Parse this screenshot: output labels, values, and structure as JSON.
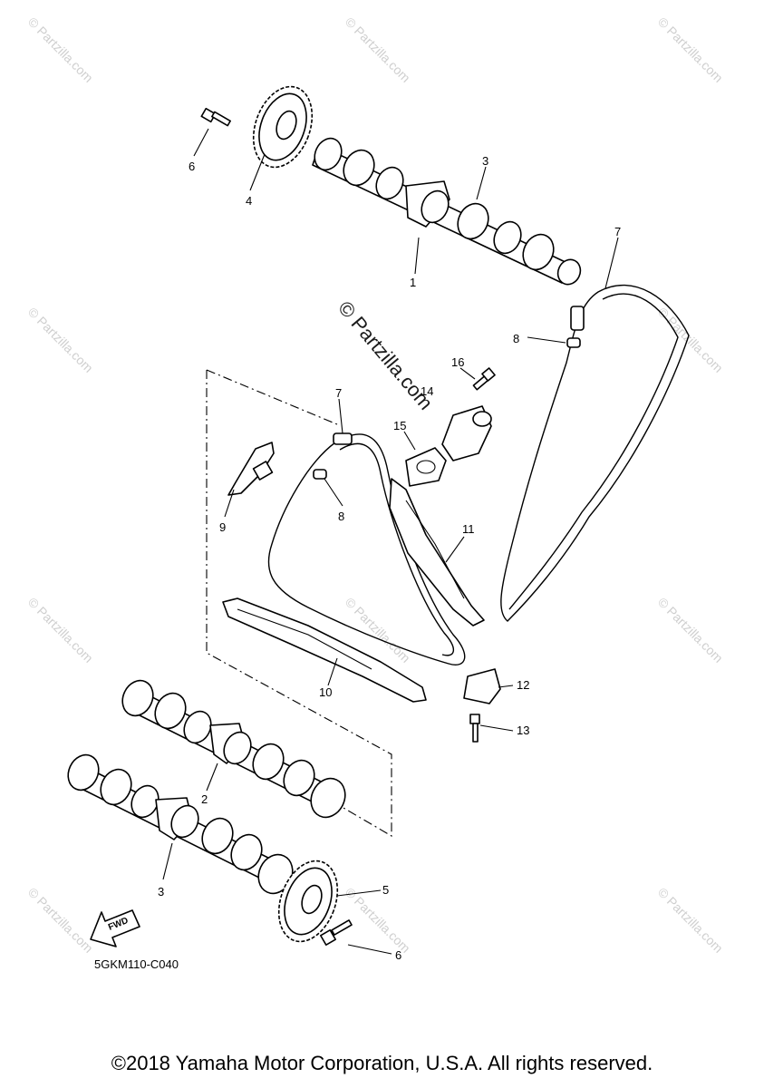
{
  "diagram_code": "5GKM110-C040",
  "fwd_label": "FWD",
  "watermark": {
    "small": "© Partzilla.com",
    "big": "© Partzilla.com"
  },
  "callouts": [
    {
      "id": "c1",
      "label": "1"
    },
    {
      "id": "c2",
      "label": "2"
    },
    {
      "id": "c3a",
      "label": "3"
    },
    {
      "id": "c3b",
      "label": "3"
    },
    {
      "id": "c4",
      "label": "4"
    },
    {
      "id": "c5",
      "label": "5"
    },
    {
      "id": "c6a",
      "label": "6"
    },
    {
      "id": "c6b",
      "label": "6"
    },
    {
      "id": "c7a",
      "label": "7"
    },
    {
      "id": "c7b",
      "label": "7"
    },
    {
      "id": "c8a",
      "label": "8"
    },
    {
      "id": "c8b",
      "label": "8"
    },
    {
      "id": "c9",
      "label": "9"
    },
    {
      "id": "c10",
      "label": "10"
    },
    {
      "id": "c11",
      "label": "11"
    },
    {
      "id": "c12",
      "label": "12"
    },
    {
      "id": "c13",
      "label": "13"
    },
    {
      "id": "c14",
      "label": "14"
    },
    {
      "id": "c15",
      "label": "15"
    },
    {
      "id": "c16",
      "label": "16"
    }
  ],
  "copyright": "©2018 Yamaha Motor Corporation, U.S.A. All rights reserved."
}
